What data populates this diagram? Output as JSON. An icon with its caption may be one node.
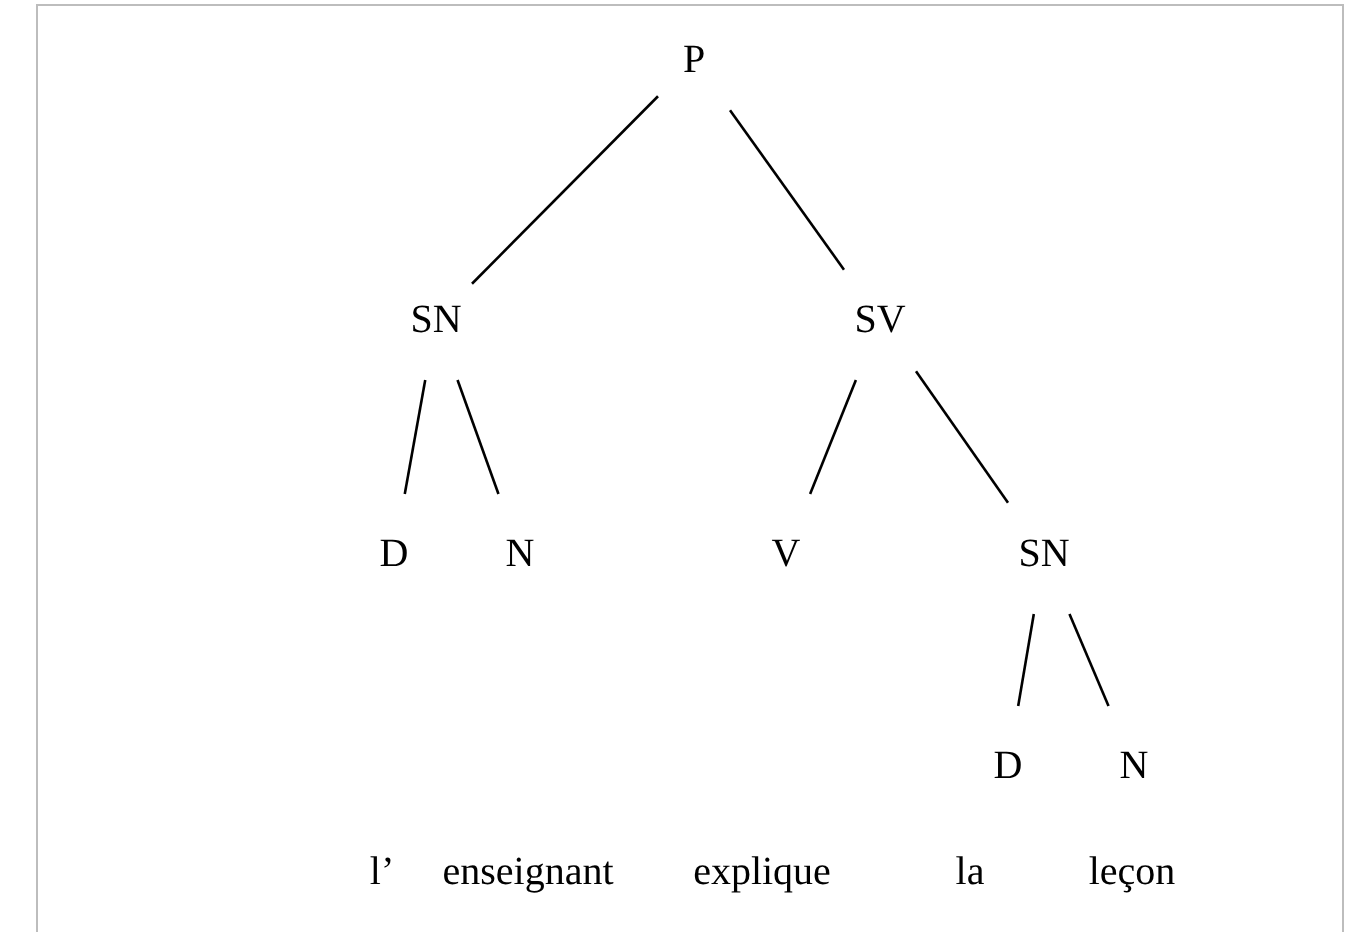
{
  "diagram": {
    "nodes": [
      {
        "text": [
          "P"
        ]
      },
      {
        "text": [
          "SN"
        ]
      },
      {
        "text": [
          "SV"
        ]
      },
      {
        "text": [
          "D"
        ]
      },
      {
        "text": [
          "N"
        ]
      },
      {
        "text": [
          "V"
        ]
      },
      {
        "text": [
          "SN"
        ]
      },
      {
        "text": [
          "D"
        ]
      },
      {
        "text": [
          "N"
        ]
      }
    ],
    "edges": [
      {
        "from": 0,
        "to": 1,
        "arrow": "none"
      },
      {
        "from": 0,
        "to": 2,
        "arrow": "none"
      },
      {
        "from": 1,
        "to": 3,
        "arrow": "none"
      },
      {
        "from": 1,
        "to": 4,
        "arrow": "none"
      },
      {
        "from": 2,
        "to": 5,
        "arrow": "none"
      },
      {
        "from": 2,
        "to": 6,
        "arrow": "none"
      },
      {
        "from": 6,
        "to": 7,
        "arrow": "none"
      },
      {
        "from": 6,
        "to": 8,
        "arrow": "none"
      }
    ],
    "labels": [
      "l’",
      "enseignant",
      "explique",
      "la",
      "leçon"
    ]
  }
}
